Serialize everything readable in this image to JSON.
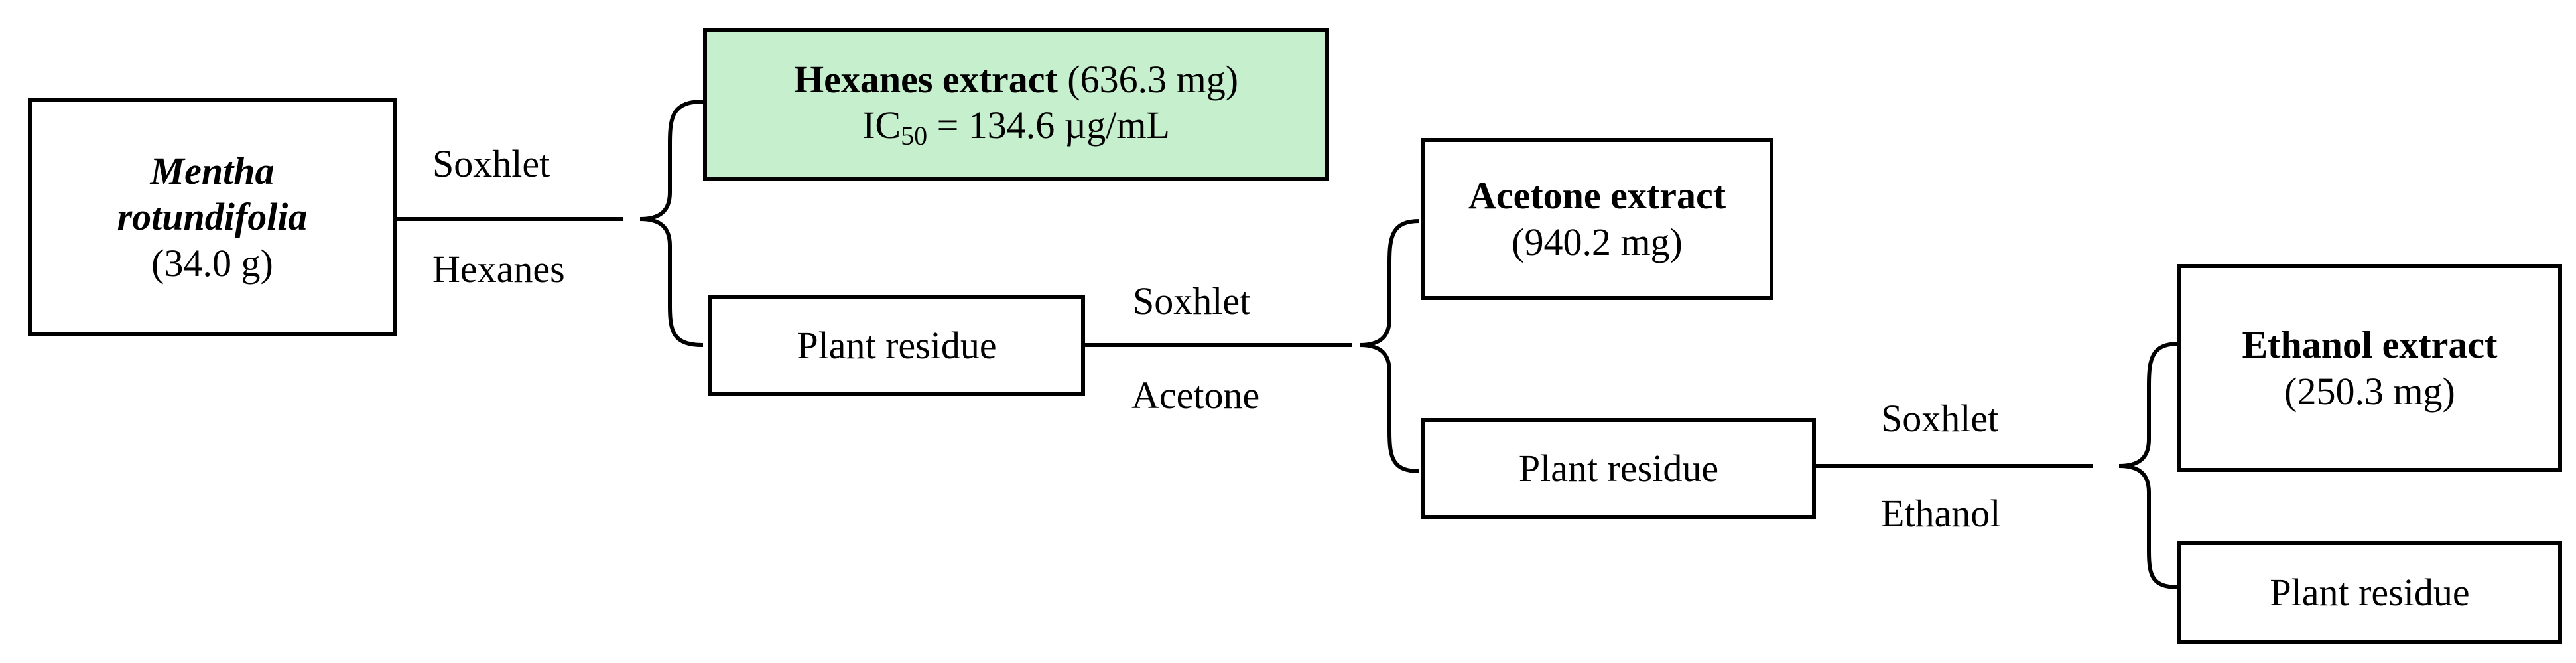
{
  "source": {
    "name_line1": "Mentha",
    "name_line2": "rotundifolia",
    "mass": "(34.0 g)"
  },
  "step1": {
    "method": "Soxhlet",
    "solvent": "Hexanes",
    "extract": {
      "name": "Hexanes extract",
      "mass": "(636.3 mg)",
      "ic_prefix": "IC",
      "ic_sub": "50",
      "ic_value": "= 134.6 µg/mL",
      "highlight_color": "#c6efce"
    },
    "residue": "Plant residue"
  },
  "step2": {
    "method": "Soxhlet",
    "solvent": "Acetone",
    "extract": {
      "name": "Acetone extract",
      "mass": "(940.2 mg)"
    },
    "residue": "Plant residue"
  },
  "step3": {
    "method": "Soxhlet",
    "solvent": "Ethanol",
    "extract": {
      "name": "Ethanol extract",
      "mass": "(250.3 mg)"
    },
    "residue": "Plant residue"
  }
}
